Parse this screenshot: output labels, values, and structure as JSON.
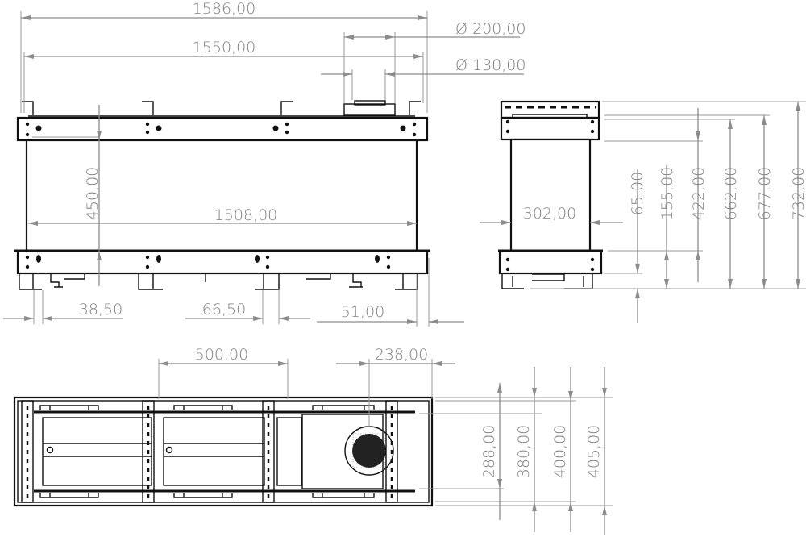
{
  "title": "Technical drawing - fireplace insert dimensions",
  "front_view": {
    "overall_width": "1586,00",
    "frame_width": "1550,00",
    "flue_outer_diameter": "Ø 200,00",
    "flue_inner_diameter": "Ø 130,00",
    "opening_height": "450,00",
    "opening_width": "1508,00",
    "left_foot_offset": "38,50",
    "mid_foot_width": "66,50",
    "right_foot_offset": "51,00"
  },
  "side_view": {
    "depth": "302,00",
    "heights": [
      "65,00",
      "155,00",
      "422,00",
      "662,00",
      "677,00",
      "732,00"
    ]
  },
  "top_view": {
    "module_spacing": "500,00",
    "flue_offset": "238,00",
    "depths": [
      "288,00",
      "380,00",
      "400,00",
      "405,00"
    ]
  },
  "colors": {
    "line": "#111111",
    "dimension": "#8c8c8c"
  }
}
